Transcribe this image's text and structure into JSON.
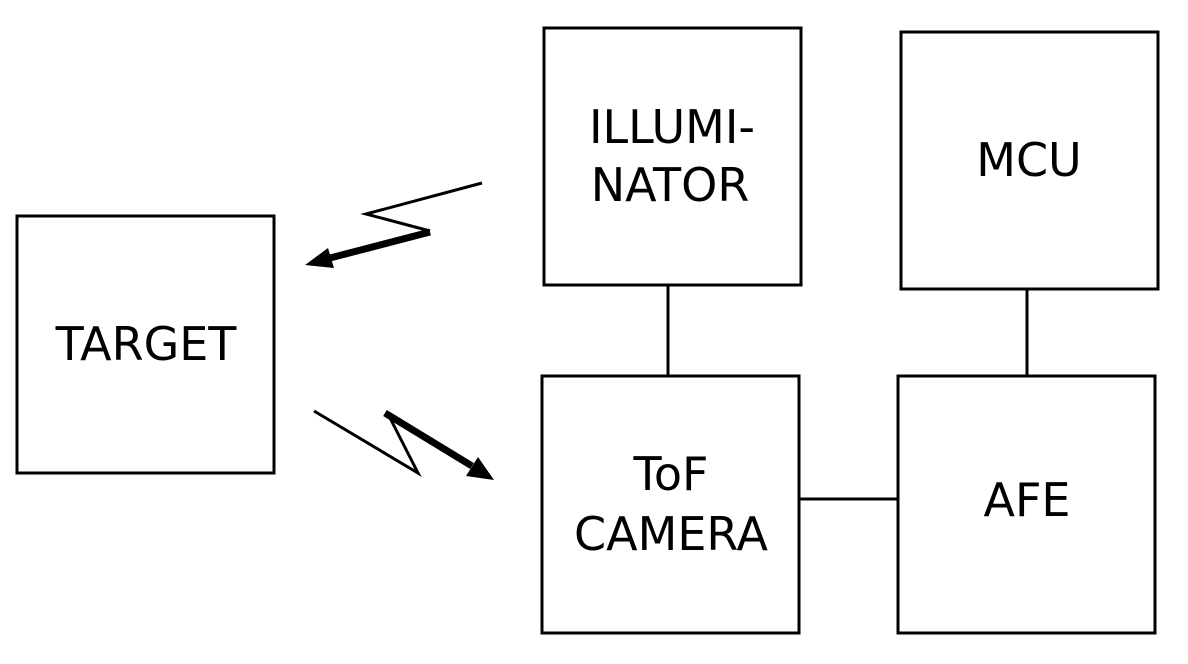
{
  "blocks": {
    "target": {
      "label": "TARGET"
    },
    "illuminator": {
      "line1": "ILLUMI-",
      "line2": "NATOR"
    },
    "mcu": {
      "label": "MCU"
    },
    "tof_camera": {
      "line1": "ToF",
      "line2": "CAMERA"
    },
    "afe": {
      "label": "AFE"
    }
  },
  "connections": [
    {
      "from": "illuminator",
      "to": "tof_camera"
    },
    {
      "from": "mcu",
      "to": "afe"
    },
    {
      "from": "tof_camera",
      "to": "afe"
    }
  ],
  "signals": [
    {
      "from": "illuminator",
      "to": "target",
      "style": "lightning-arrow"
    },
    {
      "from": "target",
      "to": "tof_camera",
      "style": "lightning-arrow"
    }
  ],
  "colors": {
    "stroke": "#000000",
    "background": "#ffffff"
  }
}
